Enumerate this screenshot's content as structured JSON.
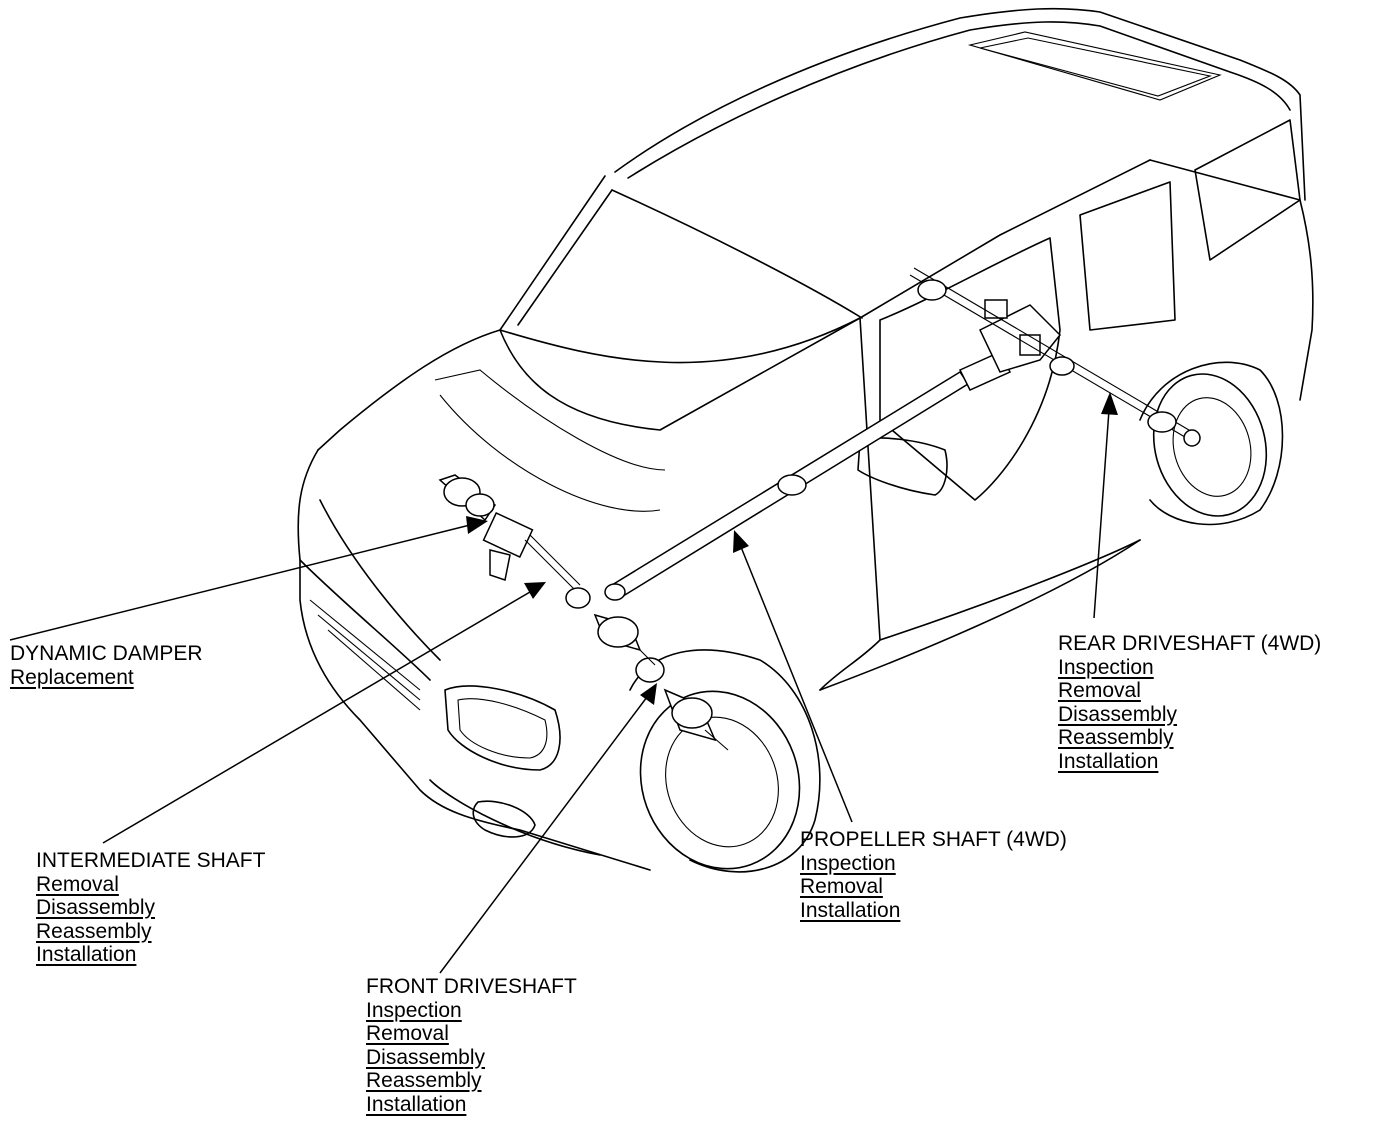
{
  "callouts": {
    "dynamic_damper": {
      "title": "DYNAMIC DAMPER",
      "links": [
        "Replacement"
      ]
    },
    "intermediate_shaft": {
      "title": "INTERMEDIATE SHAFT",
      "links": [
        "Removal",
        "Disassembly",
        "Reassembly",
        "Installation"
      ]
    },
    "front_driveshaft": {
      "title": "FRONT DRIVESHAFT",
      "links": [
        "Inspection",
        "Removal",
        "Disassembly",
        "Reassembly",
        "Installation"
      ]
    },
    "propeller_shaft": {
      "title": "PROPELLER SHAFT (4WD)",
      "links": [
        "Inspection",
        "Removal",
        "Installation"
      ]
    },
    "rear_driveshaft": {
      "title": "REAR DRIVESHAFT (4WD)",
      "links": [
        "Inspection",
        "Removal",
        "Disassembly",
        "Reassembly",
        "Installation"
      ]
    }
  }
}
